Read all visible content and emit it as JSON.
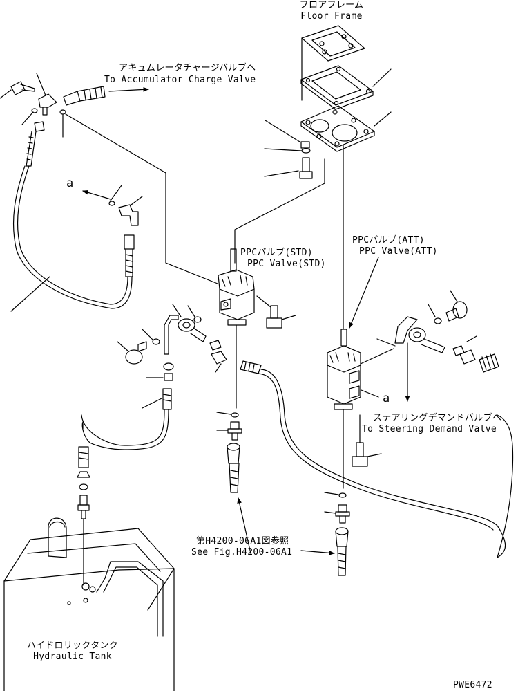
{
  "labels": {
    "floor_frame_jp": "フロアフレーム",
    "floor_frame_en": "Floor Frame",
    "accumulator_jp": "アキュムレータチャージバルブへ",
    "accumulator_en": "To Accumulator Charge Valve",
    "ppc_std_jp": "PPCバルブ(STD)",
    "ppc_std_en": "PPC Valve(STD)",
    "ppc_att_jp": "PPCバルブ(ATT)",
    "ppc_att_en": "PPC Valve(ATT)",
    "steering_jp": "ステアリングデマンドバルブへ",
    "steering_en": "To Steering Demand Valve",
    "see_fig_jp": "第H4200-06A1図参照",
    "see_fig_en": "See Fig.H4200-06A1",
    "tank_jp": "ハイドロリックタンク",
    "tank_en": "Hydraulic Tank",
    "ref_a_left": "a",
    "ref_a_right": "a",
    "drawing_code": "PWE6472"
  }
}
